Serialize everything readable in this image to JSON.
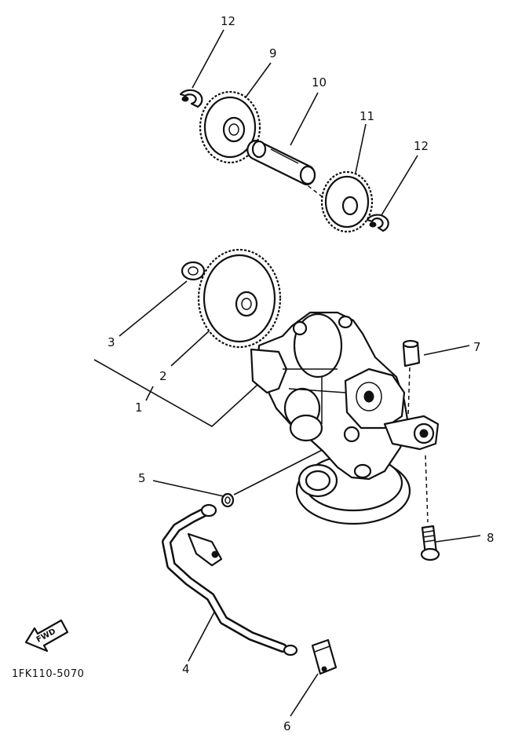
{
  "diagram": {
    "callouts": {
      "c1": "1",
      "c2": "2",
      "c3": "3",
      "c4": "4",
      "c5": "5",
      "c6": "6",
      "c7": "7",
      "c8": "8",
      "c9": "9",
      "c10": "10",
      "c11": "11",
      "c12a": "12",
      "c12b": "12"
    },
    "forward_arrow_text": "FWD",
    "diagram_code": "1FK110-5070"
  }
}
